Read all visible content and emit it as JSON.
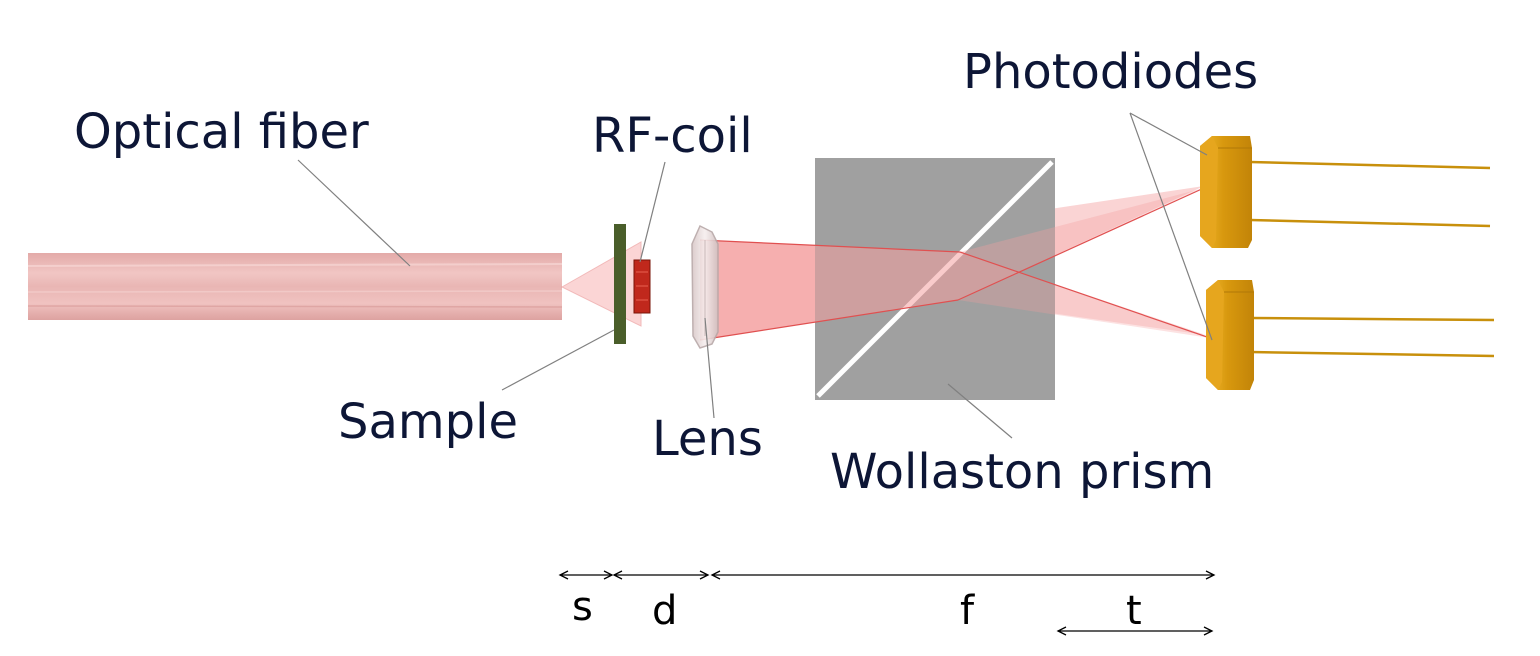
{
  "labels": {
    "photodiodes": "Photodiodes",
    "optical_fiber": "Optical fiber",
    "rf_coil": "RF-coil",
    "sample": "Sample",
    "lens": "Lens",
    "wollaston_prism": "Wollaston prism"
  },
  "dimensions": {
    "s": "s",
    "d": "d",
    "f": "f",
    "t": "t"
  },
  "colors": {
    "label_text": "#0d1636",
    "fiber": "#e8b4b2",
    "beam": "#f4a4a4",
    "beam_edge": "#e05050",
    "prism": "#a0a0a0",
    "sample": "#4a5e2a",
    "rf_coil": "#c0281c",
    "lens": "#e8dcdc",
    "photodiode": "#d89a18",
    "leads": "#c8900c"
  }
}
